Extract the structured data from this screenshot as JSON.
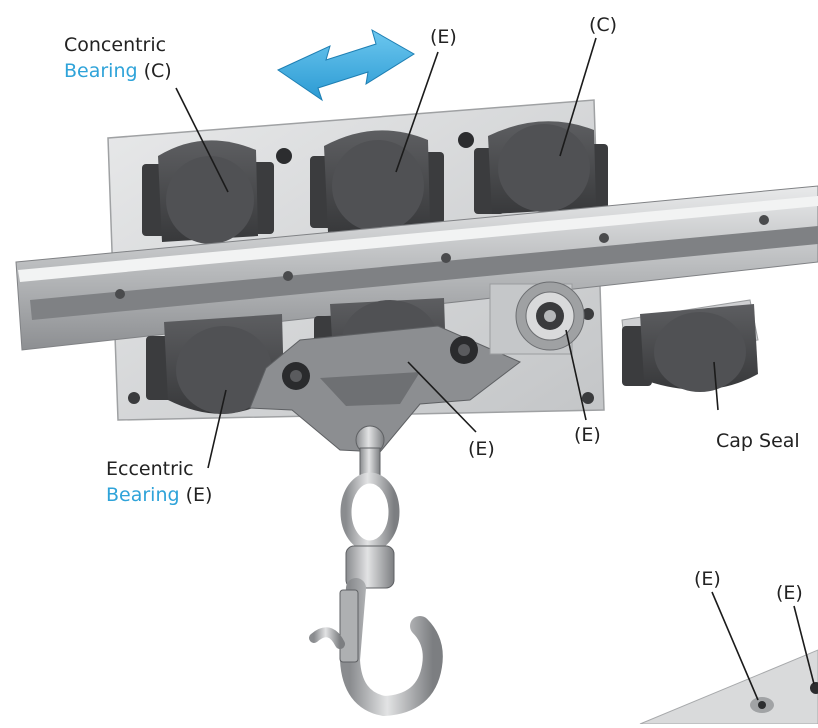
{
  "colors": {
    "accent_blue": "#2fa3d9",
    "label_text": "#222222",
    "block_dark": "#4b4c4f",
    "rail_silver": "#c9cbcc",
    "plate_silver": "#d6d7d8"
  },
  "labels": {
    "concentric_line1": "Concentric",
    "concentric_word": "Bearing",
    "concentric_code": "(C)",
    "top_e": "(E)",
    "top_c": "(C)",
    "eccentric_line1": "Eccentric",
    "eccentric_word": "Bearing",
    "eccentric_code": "(E)",
    "center_e": "(E)",
    "wheel_e": "(E)",
    "cap_seal": "Cap Seal",
    "bottom_right_e1": "(E)",
    "bottom_right_e2": "(E)"
  },
  "icons": {
    "direction_arrow": "double-headed-arrow-icon",
    "hook": "crane-hook-icon"
  }
}
